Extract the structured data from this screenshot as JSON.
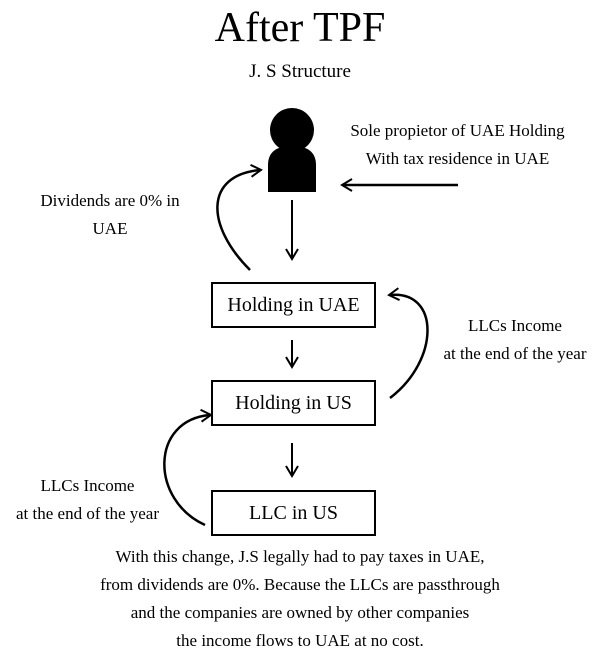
{
  "title": "After TPF",
  "subtitle": "J. S Structure",
  "person": {
    "icon": "person-icon",
    "label_line1": "Sole propietor of UAE Holding",
    "label_line2": "With tax residence in UAE"
  },
  "notes": {
    "dividends_line1": "Dividends are 0% in",
    "dividends_line2": "UAE",
    "llc_income_right_line1": "LLCs Income",
    "llc_income_right_line2": "at the end of the year",
    "llc_income_left_line1": "LLCs Income",
    "llc_income_left_line2": "at the end of the year"
  },
  "boxes": {
    "holding_uae": "Holding in UAE",
    "holding_us": "Holding in US",
    "llc_us": "LLC in US"
  },
  "caption": [
    "With this change, J.S legally had to pay taxes in UAE,",
    "from dividends are 0%. Because the LLCs are passthrough",
    "and the companies are owned by other companies",
    "the income flows to UAE at no cost."
  ]
}
